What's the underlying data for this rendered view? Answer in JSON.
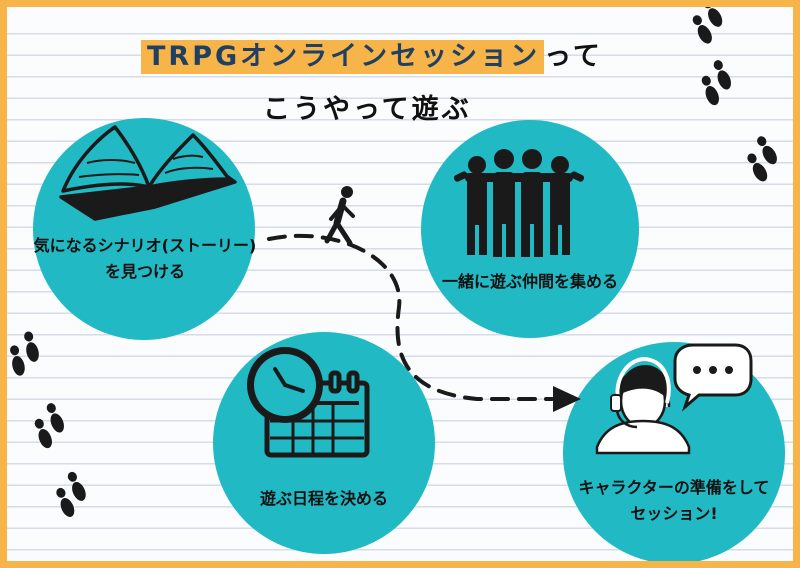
{
  "title": {
    "highlight": "TRPGオンラインセッション",
    "suffix": "って",
    "line2": "こうやって遊ぶ"
  },
  "steps": [
    {
      "line1": "気になるシナリオ(ストーリー)",
      "line2": "を見つける"
    },
    {
      "line1": "一緒に遊ぶ仲間を集める"
    },
    {
      "line1": "遊ぶ日程を決める"
    },
    {
      "line1": "キャラクターの準備をして",
      "line2": "セッション!"
    }
  ],
  "colors": {
    "circle": "#21b9c4",
    "accent": "#f7b449",
    "title_text": "#1f3f63",
    "ink": "#1a1a1a"
  },
  "icons": [
    "book-icon",
    "walking-person-icon",
    "group-icon",
    "clock-icon",
    "calendar-icon",
    "operator-icon",
    "speech-bubble-icon",
    "footprints-icon"
  ]
}
